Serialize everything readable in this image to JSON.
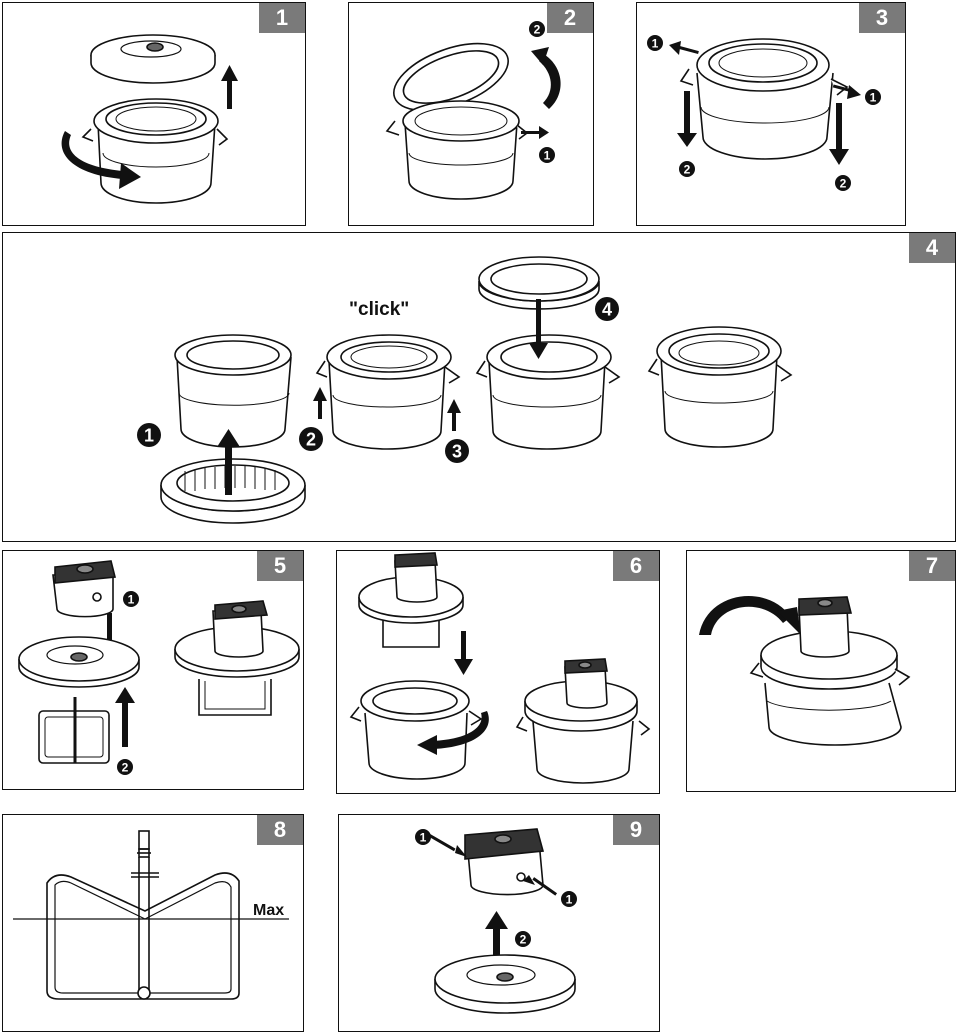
{
  "panels": [
    {
      "number": "1"
    },
    {
      "number": "2"
    },
    {
      "number": "3"
    },
    {
      "number": "4"
    },
    {
      "number": "5"
    },
    {
      "number": "6"
    },
    {
      "number": "7"
    },
    {
      "number": "8"
    },
    {
      "number": "9"
    }
  ],
  "step_markers": [
    "1",
    "2",
    "3",
    "4"
  ],
  "annotations": {
    "click": "\"click\"",
    "max": "Max"
  },
  "colors": {
    "outline": "#111111",
    "badge": "#7a7a7a",
    "marker_fill": "#111111",
    "arrow": "#111111",
    "knob_top": "#333333"
  }
}
